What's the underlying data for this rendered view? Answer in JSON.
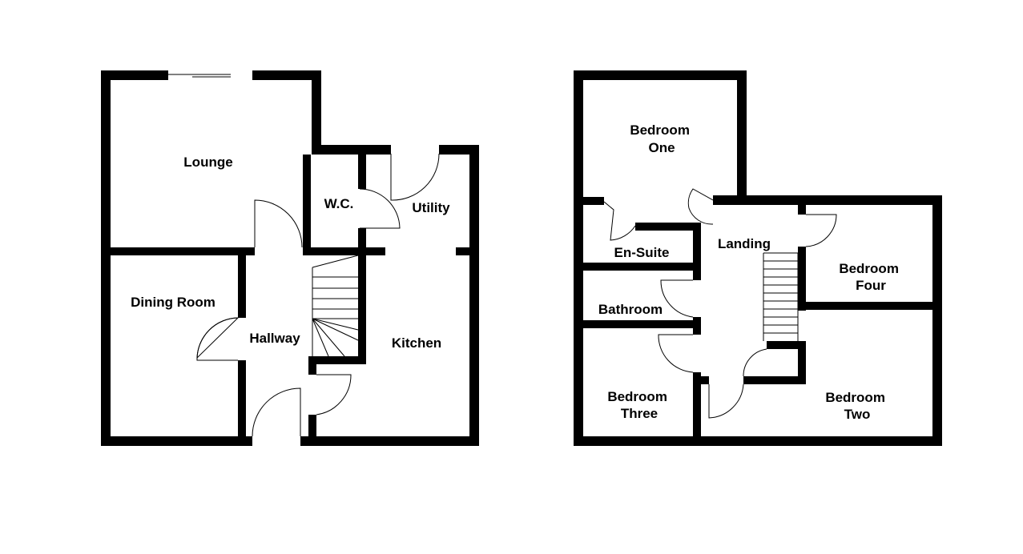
{
  "ground_floor": {
    "rooms": {
      "lounge": "Lounge",
      "wc": "W.C.",
      "utility": "Utility",
      "dining_room": "Dining Room",
      "hallway": "Hallway",
      "kitchen": "Kitchen"
    }
  },
  "first_floor": {
    "rooms": {
      "bedroom_one_line1": "Bedroom",
      "bedroom_one_line2": "One",
      "en_suite": "En-Suite",
      "landing": "Landing",
      "bedroom_four_line1": "Bedroom",
      "bedroom_four_line2": "Four",
      "bathroom": "Bathroom",
      "bedroom_three_line1": "Bedroom",
      "bedroom_three_line2": "Three",
      "bedroom_two_line1": "Bedroom",
      "bedroom_two_line2": "Two"
    }
  }
}
